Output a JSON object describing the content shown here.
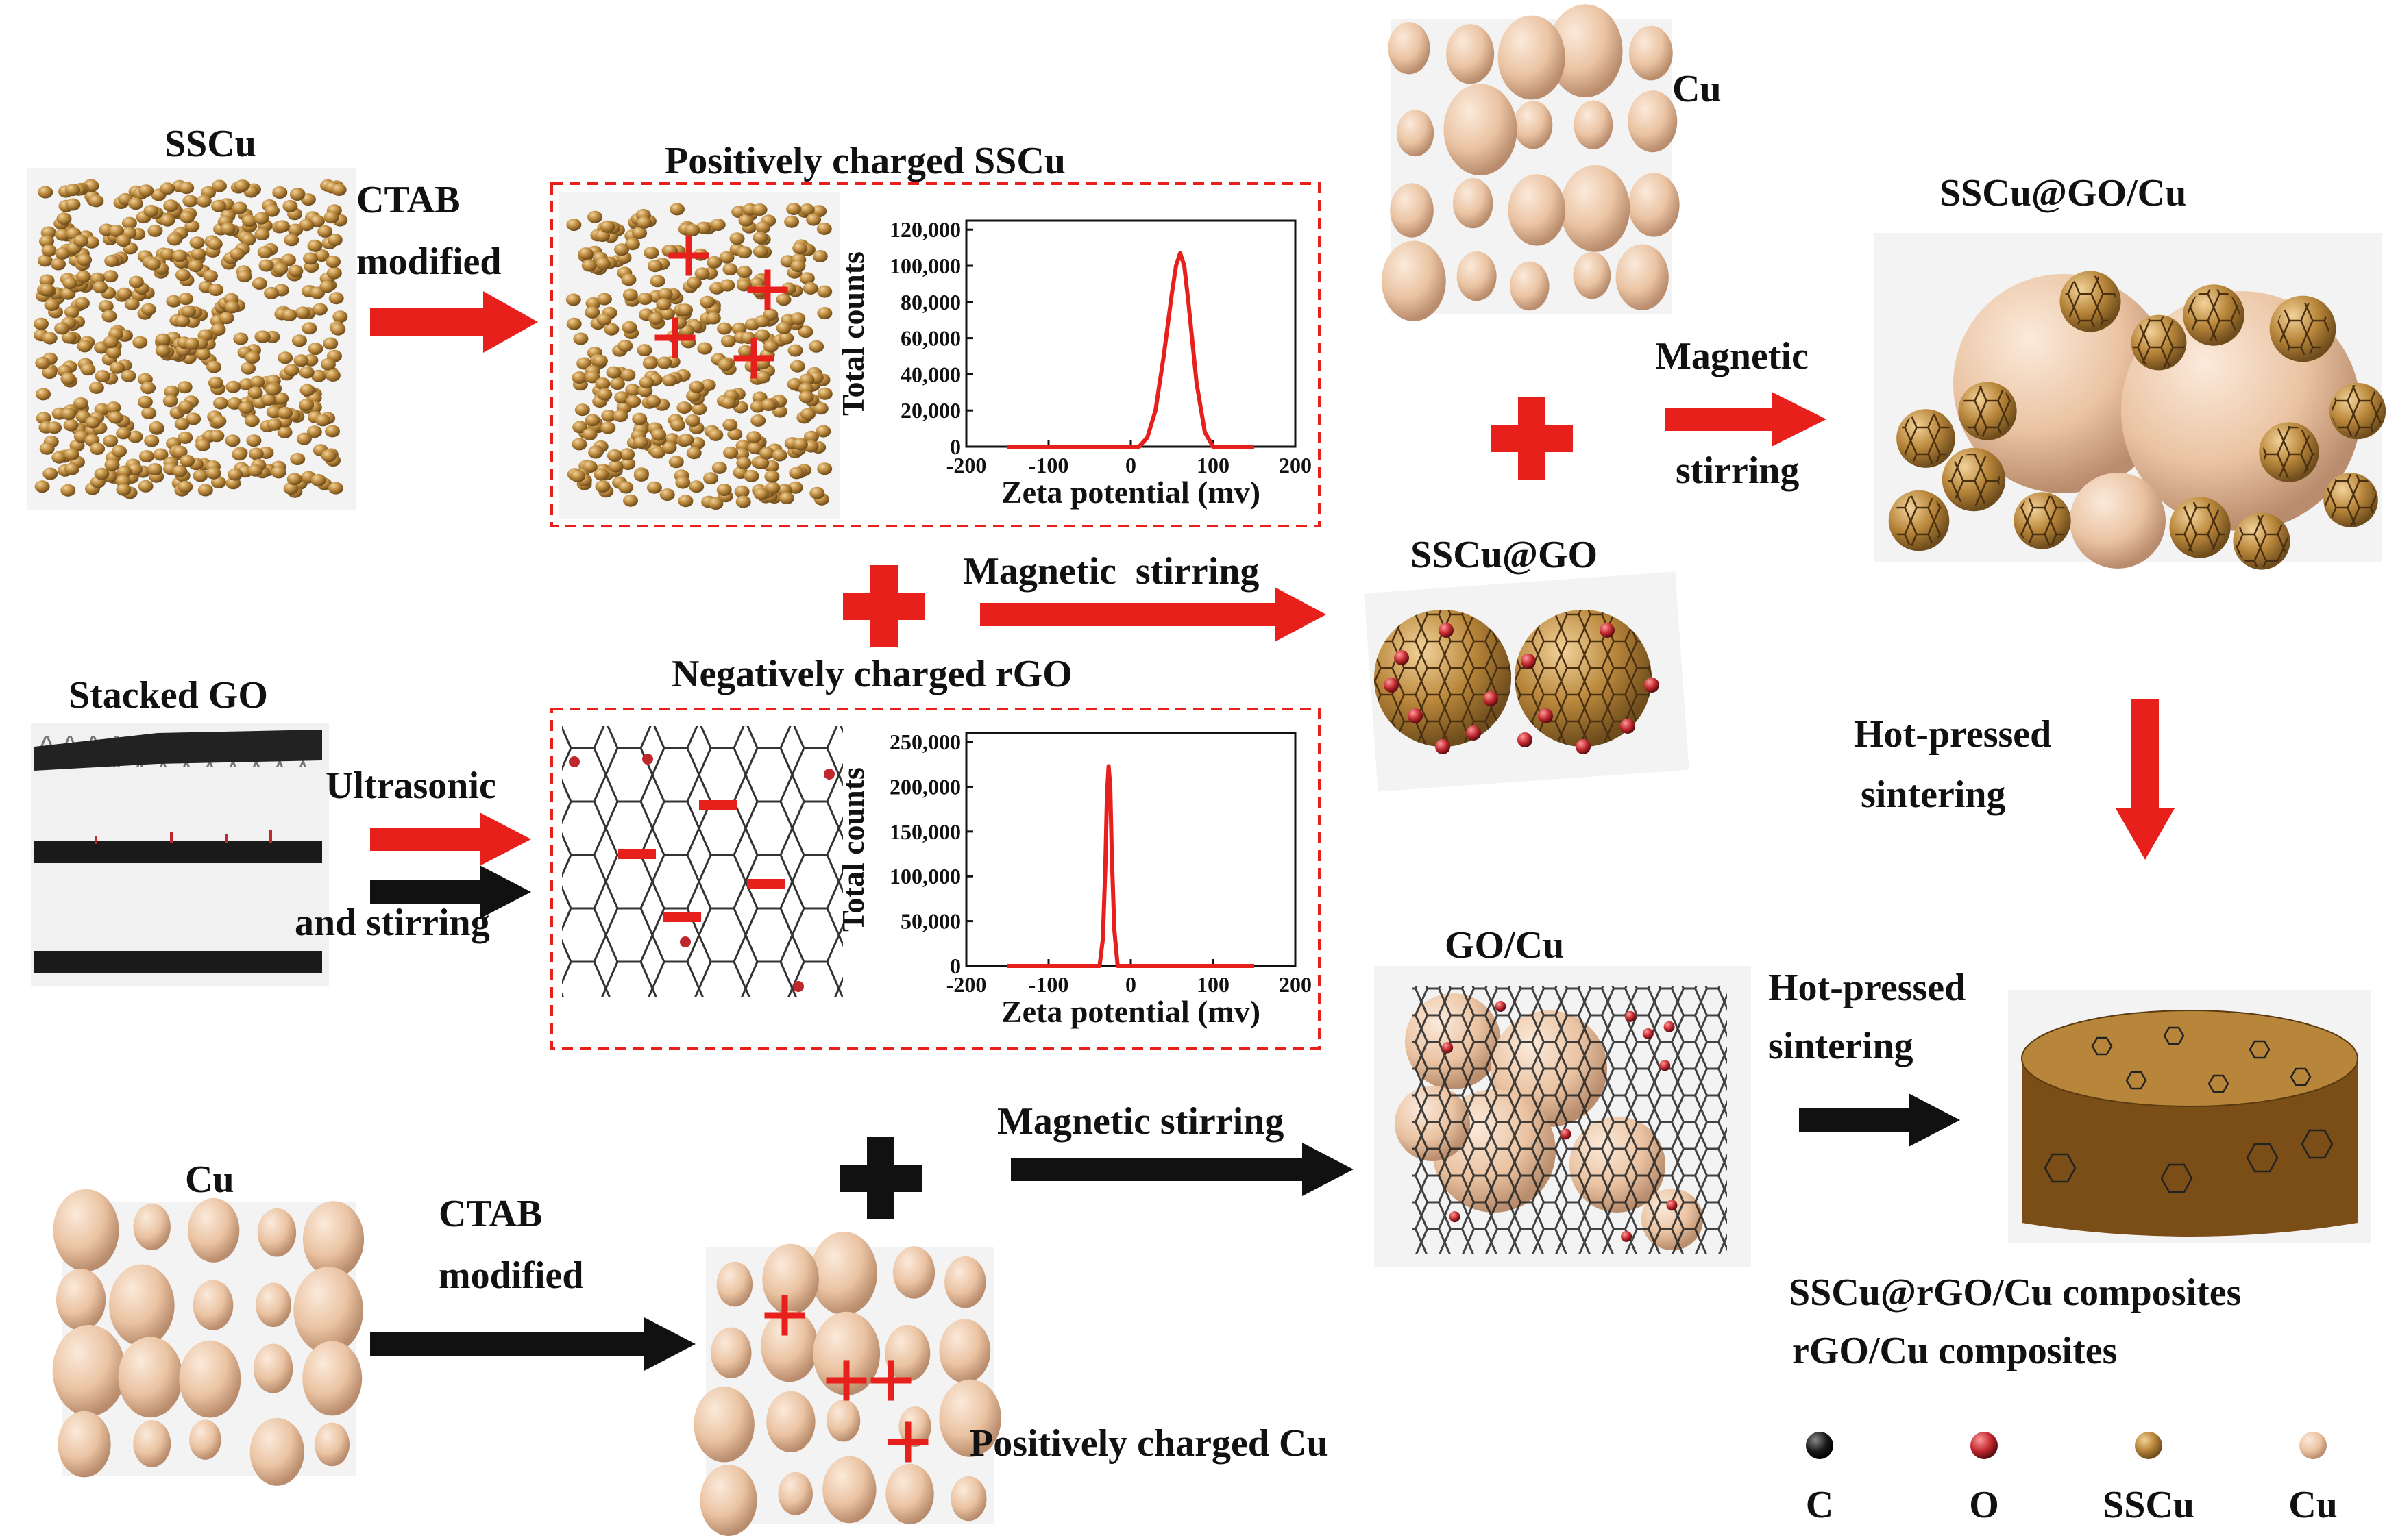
{
  "labels": {
    "sscu": "SSCu",
    "ctab1_a": "CTAB",
    "ctab1_b": "modified",
    "pos_sscu": "Positively charged SSCu",
    "cu_top": "Cu",
    "sscu_go_cu": "SSCu@GO/Cu",
    "magnetic_a": "Magnetic",
    "magnetic_b": "stirring",
    "magnetic_stirring_mid": "Magnetic  stirring",
    "sscu_go": "SSCu@GO",
    "stacked_go": "Stacked GO",
    "ultrasonic": "Ultrasonic",
    "and_stirring": "and stirring",
    "neg_rgo": "Negatively charged rGO",
    "hot_pressed_a": "Hot-pressed",
    "hot_pressed_b": "sintering",
    "go_cu": "GO/Cu",
    "hot_pressed2_a": "Hot-pressed",
    "hot_pressed2_b": "sintering",
    "magnetic_stirring_bottom": "Magnetic stirring",
    "cu_bottom": "Cu",
    "ctab2_a": "CTAB",
    "ctab2_b": "modified",
    "pos_cu": "Positively charged Cu",
    "composite1": "SSCu@rGO/Cu composites",
    "composite2": "rGO/Cu composites"
  },
  "legend": [
    {
      "label": "C",
      "color": "#1a1a1a"
    },
    {
      "label": "O",
      "color": "#c0272d"
    },
    {
      "label": "SSCu",
      "color": "#b8863a"
    },
    {
      "label": "Cu",
      "color": "#eac3a2"
    }
  ],
  "colors": {
    "red_arrow": "#e8201b",
    "black_arrow": "#111111",
    "plot_line": "#e8201b",
    "dashed_box": "#e8201b",
    "sscu_particle": "#b8863a",
    "cu_particle": "#eac3a2",
    "graphene_edge": "#333333"
  },
  "chart_data": [
    {
      "type": "line",
      "title": "",
      "xlabel": "Zeta potential (mv)",
      "ylabel": "Total counts",
      "xlim": [
        -200,
        200
      ],
      "ylim": [
        0,
        125000
      ],
      "xticks": [
        "-200",
        "-100",
        "0",
        "100",
        "200"
      ],
      "yticks": [
        "0",
        "20,000",
        "40,000",
        "60,000",
        "80,000",
        "100,000",
        "120,000"
      ],
      "series": [
        {
          "x": [
            -150,
            10,
            20,
            30,
            40,
            50,
            55,
            60,
            65,
            70,
            80,
            90,
            100,
            150
          ],
          "y": [
            0,
            0,
            5000,
            20000,
            50000,
            85000,
            100000,
            107000,
            100000,
            80000,
            35000,
            8000,
            0,
            0
          ]
        }
      ]
    },
    {
      "type": "line",
      "title": "",
      "xlabel": "Zeta potential (mv)",
      "ylabel": "Total counts",
      "xlim": [
        -200,
        200
      ],
      "ylim": [
        0,
        260000
      ],
      "xticks": [
        "-200",
        "-100",
        "0",
        "100",
        "200"
      ],
      "yticks": [
        "0",
        "50,000",
        "100,000",
        "150,000",
        "200,000",
        "250,000"
      ],
      "series": [
        {
          "x": [
            -150,
            -38,
            -34,
            -31,
            -29,
            -27,
            -25,
            -23,
            -20,
            -16,
            150
          ],
          "y": [
            0,
            0,
            30000,
            110000,
            190000,
            223000,
            200000,
            120000,
            40000,
            0,
            0
          ]
        }
      ]
    }
  ]
}
